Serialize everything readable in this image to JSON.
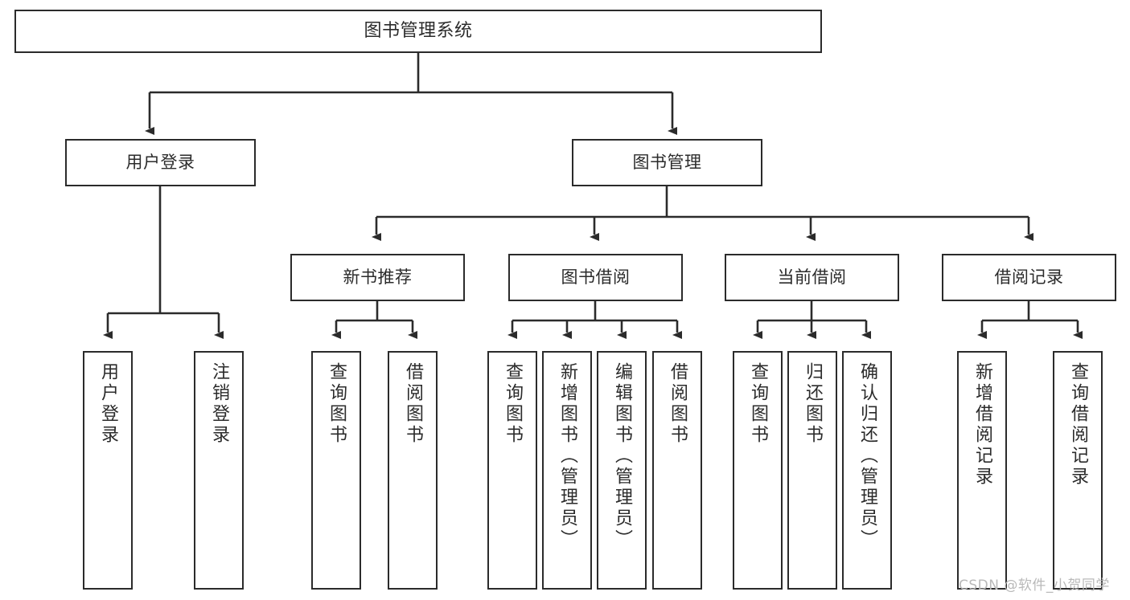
{
  "diagram": {
    "title": "图书管理系统",
    "type": "tree-hierarchy-function-structure",
    "root": {
      "label": "图书管理系统"
    },
    "level2": [
      {
        "label": "用户登录"
      },
      {
        "label": "图书管理"
      }
    ],
    "level3": [
      {
        "label": "新书推荐"
      },
      {
        "label": "图书借阅"
      },
      {
        "label": "当前借阅"
      },
      {
        "label": "借阅记录"
      }
    ],
    "leaves": {
      "user_login": [
        {
          "label": "用户登录"
        },
        {
          "label": "注销登录"
        }
      ],
      "new_book_recommend": [
        {
          "label": "查询图书"
        },
        {
          "label": "借阅图书"
        }
      ],
      "book_borrow": [
        {
          "label": "查询图书"
        },
        {
          "label": "新增图书（管理员）"
        },
        {
          "label": "编辑图书（管理员）"
        },
        {
          "label": "借阅图书"
        }
      ],
      "current_borrow": [
        {
          "label": "查询图书"
        },
        {
          "label": "归还图书"
        },
        {
          "label": "确认归还（管理员）"
        }
      ],
      "borrow_record": [
        {
          "label": "新增借阅记录"
        },
        {
          "label": "查询借阅记录"
        }
      ]
    }
  },
  "watermark": {
    "text": "CSDN @软件_小贺同学"
  },
  "colors": {
    "stroke": "#2b2b2b",
    "background": "#ffffff",
    "text": "#2b2b2b",
    "watermark": "#b9b9b9"
  }
}
